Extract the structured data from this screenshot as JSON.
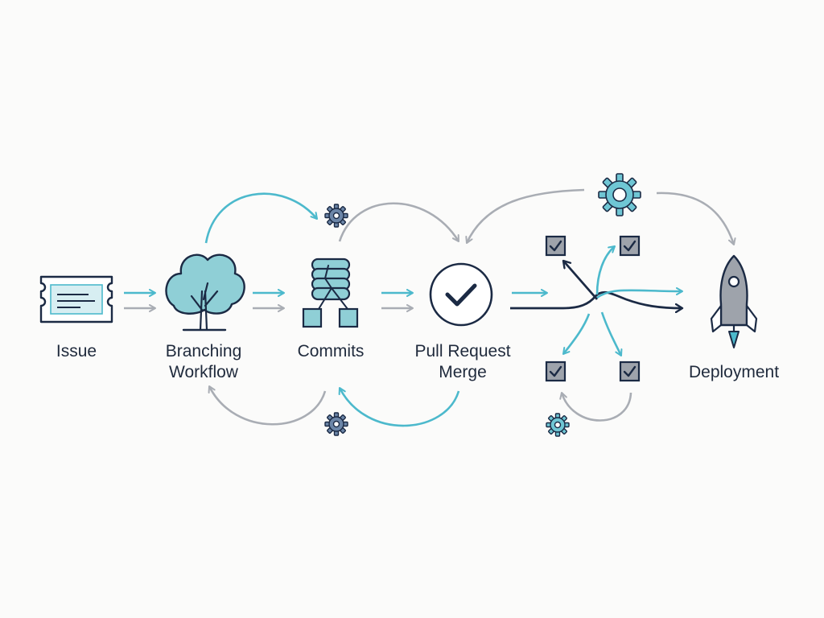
{
  "stages": [
    {
      "id": "issue",
      "label": "Issue",
      "icon": "ticket-icon"
    },
    {
      "id": "branching",
      "label_line1": "Branching",
      "label_line2": "Workflow",
      "icon": "tree-icon"
    },
    {
      "id": "commits",
      "label": "Commits",
      "icon": "database-icon"
    },
    {
      "id": "pull-request",
      "label_line1": "Pull Request",
      "label_line2": "Merge",
      "icon": "check-circle-icon"
    },
    {
      "id": "review",
      "icon": "checkbox-cluster-icon"
    },
    {
      "id": "deployment",
      "label": "Deployment",
      "icon": "rocket-icon"
    }
  ],
  "colors": {
    "teal": "#4cb9cc",
    "navy": "#1b2a44",
    "gray": "#a9adb4",
    "icon_fill": "#8fcfd6",
    "checkbox_fill": "#9ea3ab",
    "background": "#fbfbfa"
  }
}
